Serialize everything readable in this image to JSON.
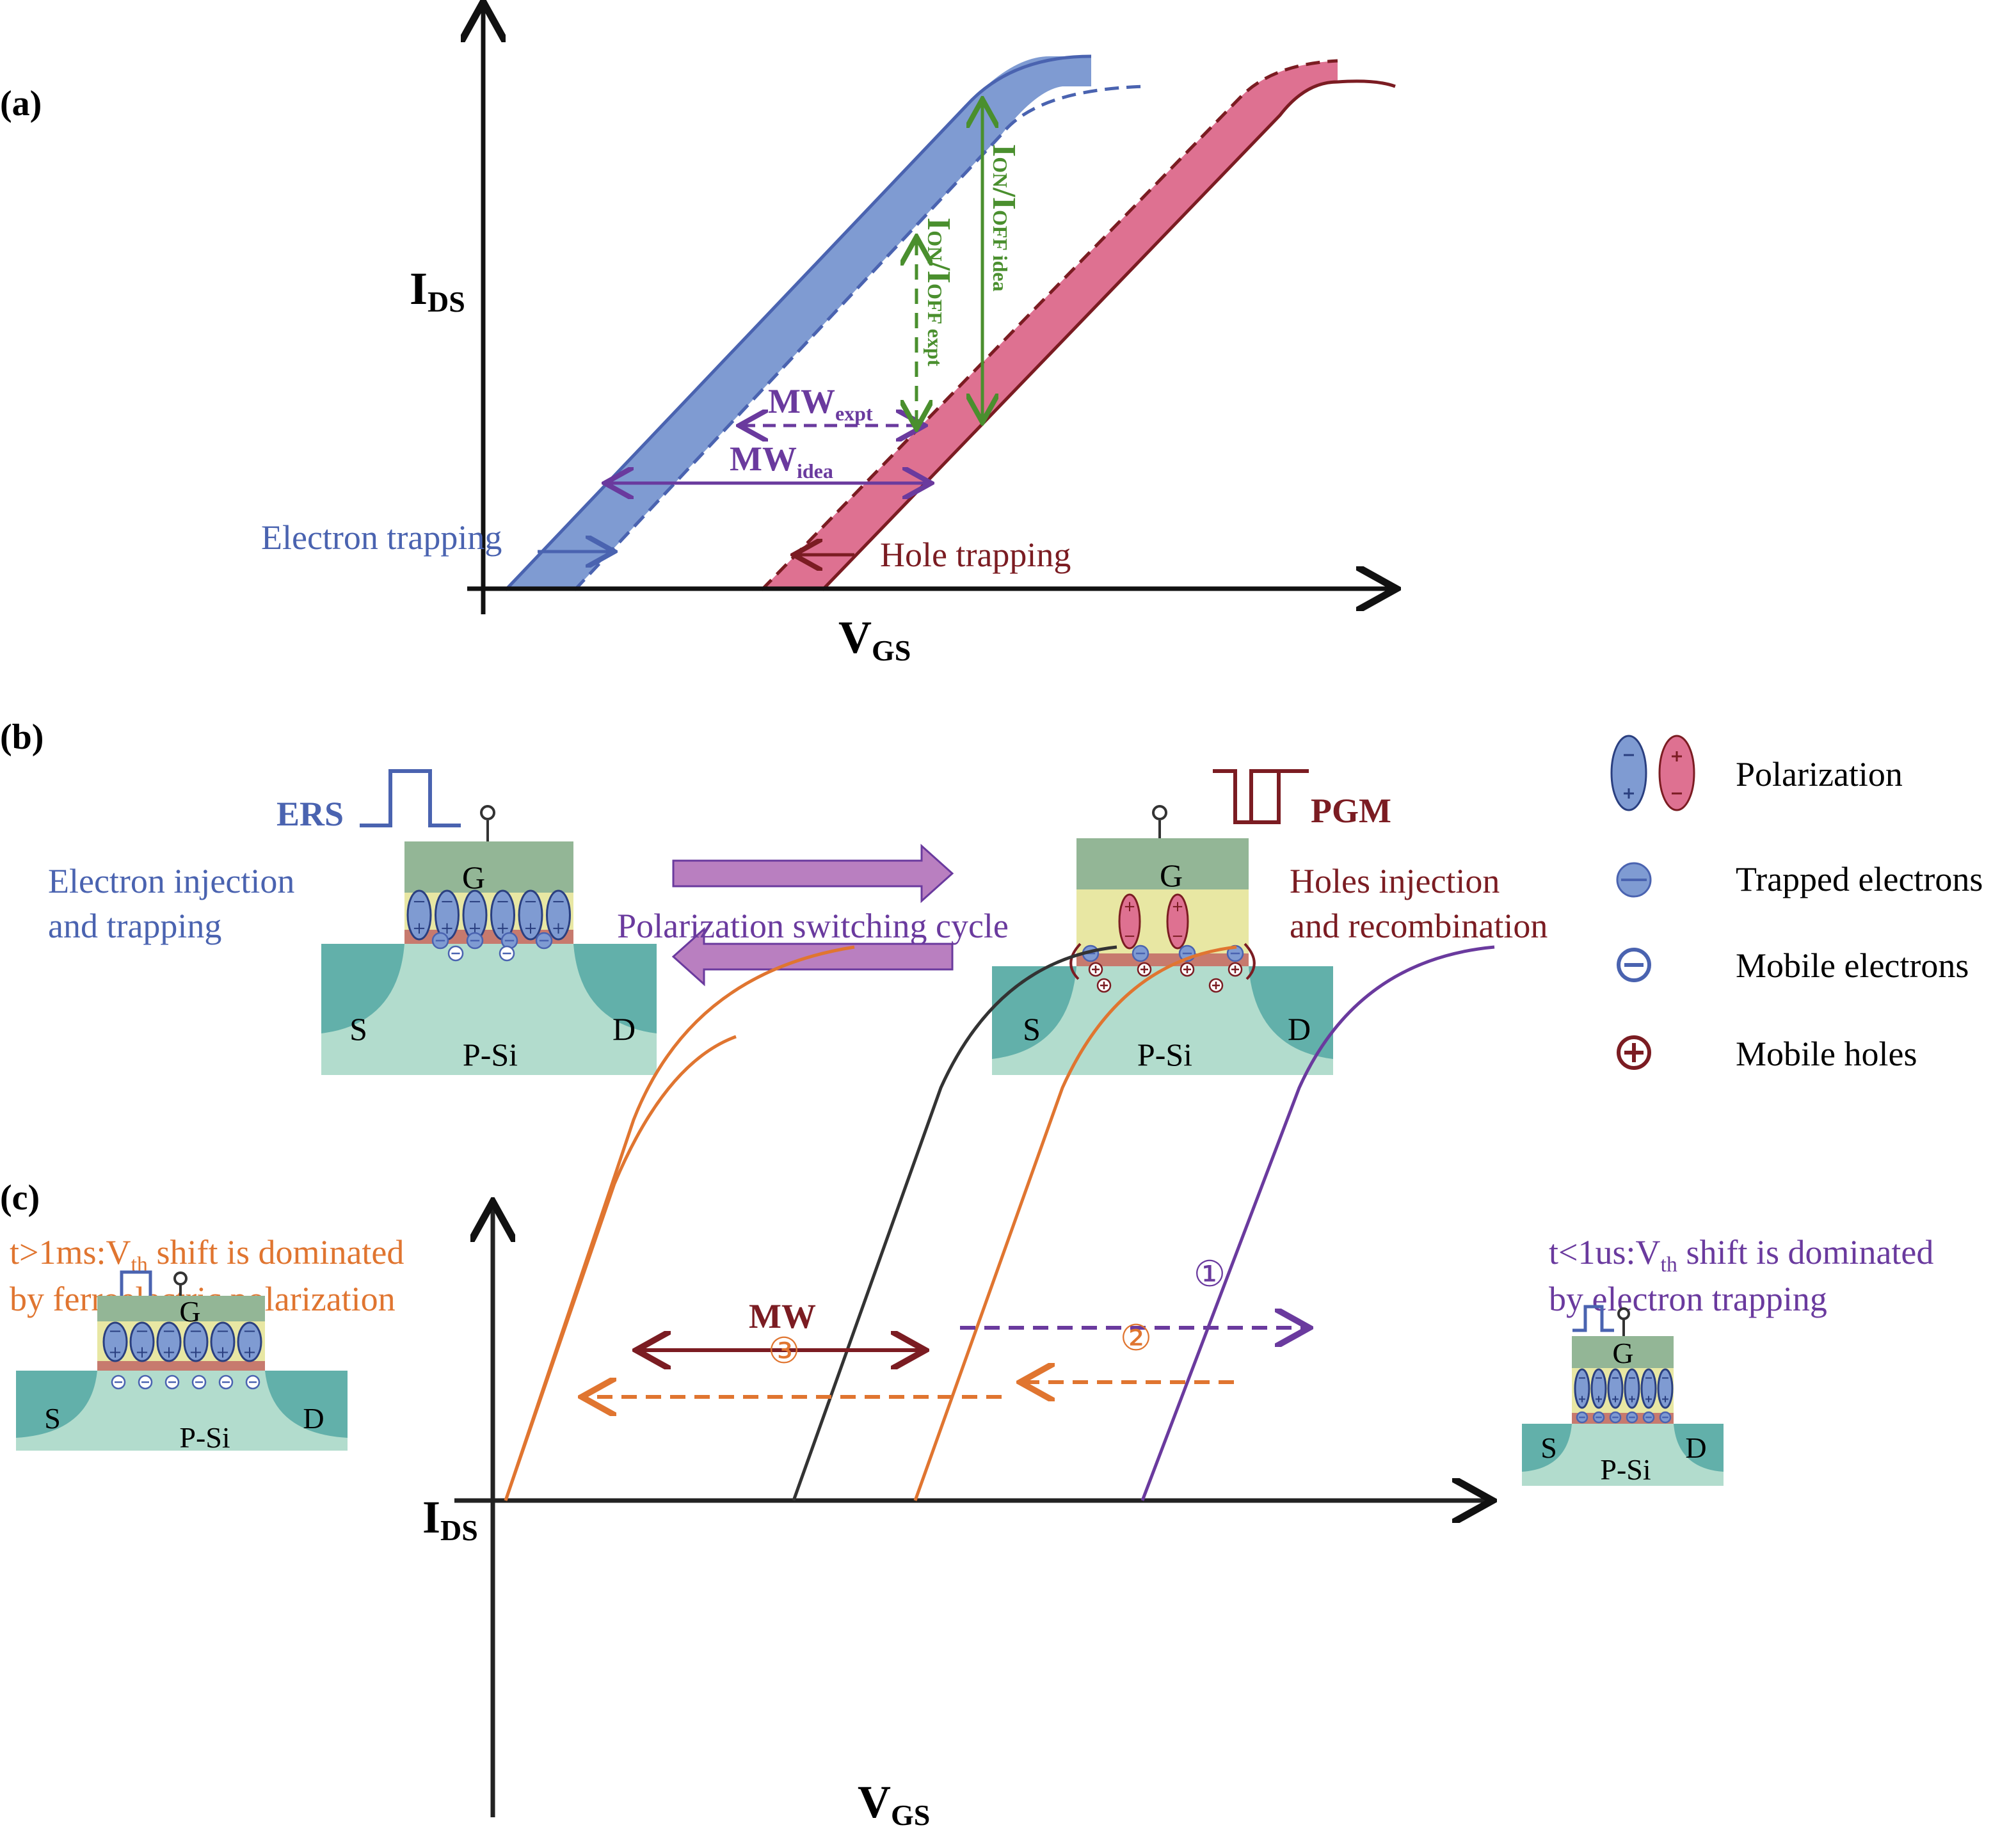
{
  "colors": {
    "blue": "#4a63b0",
    "blue_fill": "#7f9bd2",
    "pink_fill": "#de7191",
    "dark_red": "#7b1c22",
    "green": "#4a8f2e",
    "purple": "#6a3a9e",
    "orange": "#e07530",
    "arrow_fill": "#b97fc0",
    "gate": "#93b696",
    "ferro": "#e8e7a3",
    "interlayer": "#c77a6e",
    "substrate": "#b2dccd",
    "sd": "#62b0aa"
  },
  "panel_a": {
    "label": "(a)",
    "y_axis_label": "I",
    "y_axis_sub": "DS",
    "x_axis_label": "V",
    "x_axis_sub": "GS",
    "electron_trapping": "Electron trapping",
    "hole_trapping": "Hole trapping",
    "mw_expt": "MW",
    "mw_expt_sub": "expt",
    "mw_idea": "MW",
    "mw_idea_sub": "idea",
    "ion_ioff_expt": "I",
    "ion_ioff_expt_parts": [
      "ON",
      "/I",
      "OFF expt"
    ],
    "ion_ioff_idea_parts": [
      "ON",
      "/I",
      "OFF idea"
    ]
  },
  "panel_b": {
    "label": "(b)",
    "ers_label": "ERS",
    "pgm_label": "PGM",
    "left_text": [
      "Electron injection",
      "and trapping"
    ],
    "right_text": [
      "Holes injection",
      "and recombination"
    ],
    "center_text": "Polarization switching cycle",
    "gate": "G",
    "source": "S",
    "drain": "D",
    "substrate": "P-Si",
    "legend": [
      {
        "icon": "polarization-dipole-icon",
        "label": "Polarization"
      },
      {
        "icon": "trapped-electron-icon",
        "label": "Trapped electrons"
      },
      {
        "icon": "mobile-electron-icon",
        "label": "Mobile electrons"
      },
      {
        "icon": "mobile-hole-icon",
        "label": "Mobile holes"
      }
    ]
  },
  "panel_c": {
    "label": "(c)",
    "left_text": [
      "t>1ms:V",
      "th",
      " shift is dominated",
      "by ferroelectric polarization"
    ],
    "right_text": [
      "t<1us:V",
      "th",
      " shift is dominated",
      "by electron trapping"
    ],
    "y_axis_label": "I",
    "y_axis_sub": "DS",
    "x_axis_label": "V",
    "x_axis_sub": "GS",
    "mw": "MW",
    "step1": "①",
    "step2": "②",
    "step3": "③",
    "gate": "G",
    "source": "S",
    "drain": "D",
    "substrate": "P-Si"
  }
}
